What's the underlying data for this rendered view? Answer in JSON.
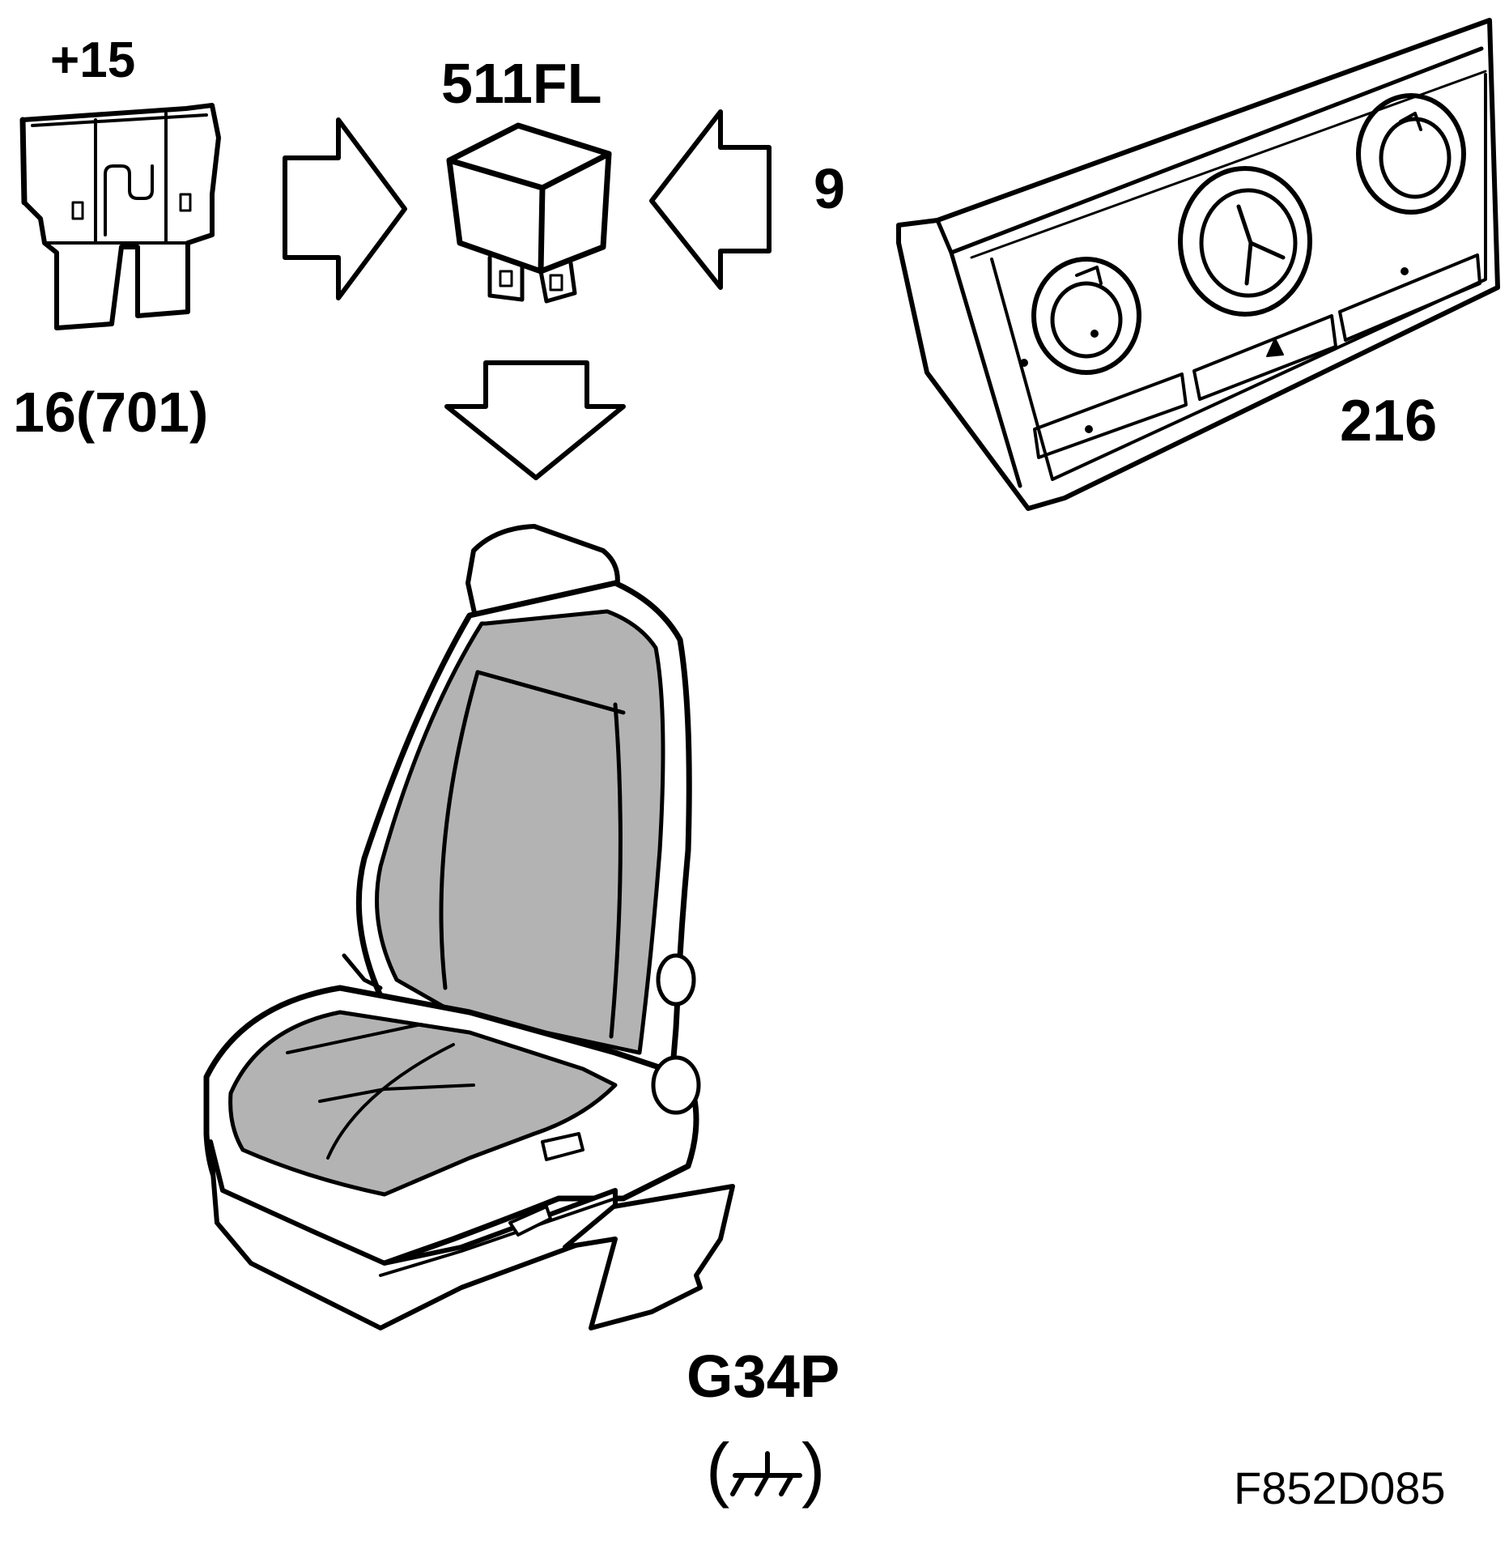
{
  "labels": {
    "fuse_terminal": "+15",
    "fuse_number": "16(701)",
    "relay": "511FL",
    "relay_input": "9",
    "climate_panel": "216",
    "ground_point": "G34P",
    "figure_code": "F852D085"
  },
  "ground_symbol": {
    "open": "(",
    "close": ")"
  },
  "colors": {
    "stroke": "#000000",
    "seat_fill": "#b3b3b3",
    "background": "#ffffff"
  },
  "icons": [
    "fuse-icon",
    "relay-icon",
    "climate-control-panel-icon",
    "heated-seat-icon",
    "ground-symbol-icon"
  ]
}
